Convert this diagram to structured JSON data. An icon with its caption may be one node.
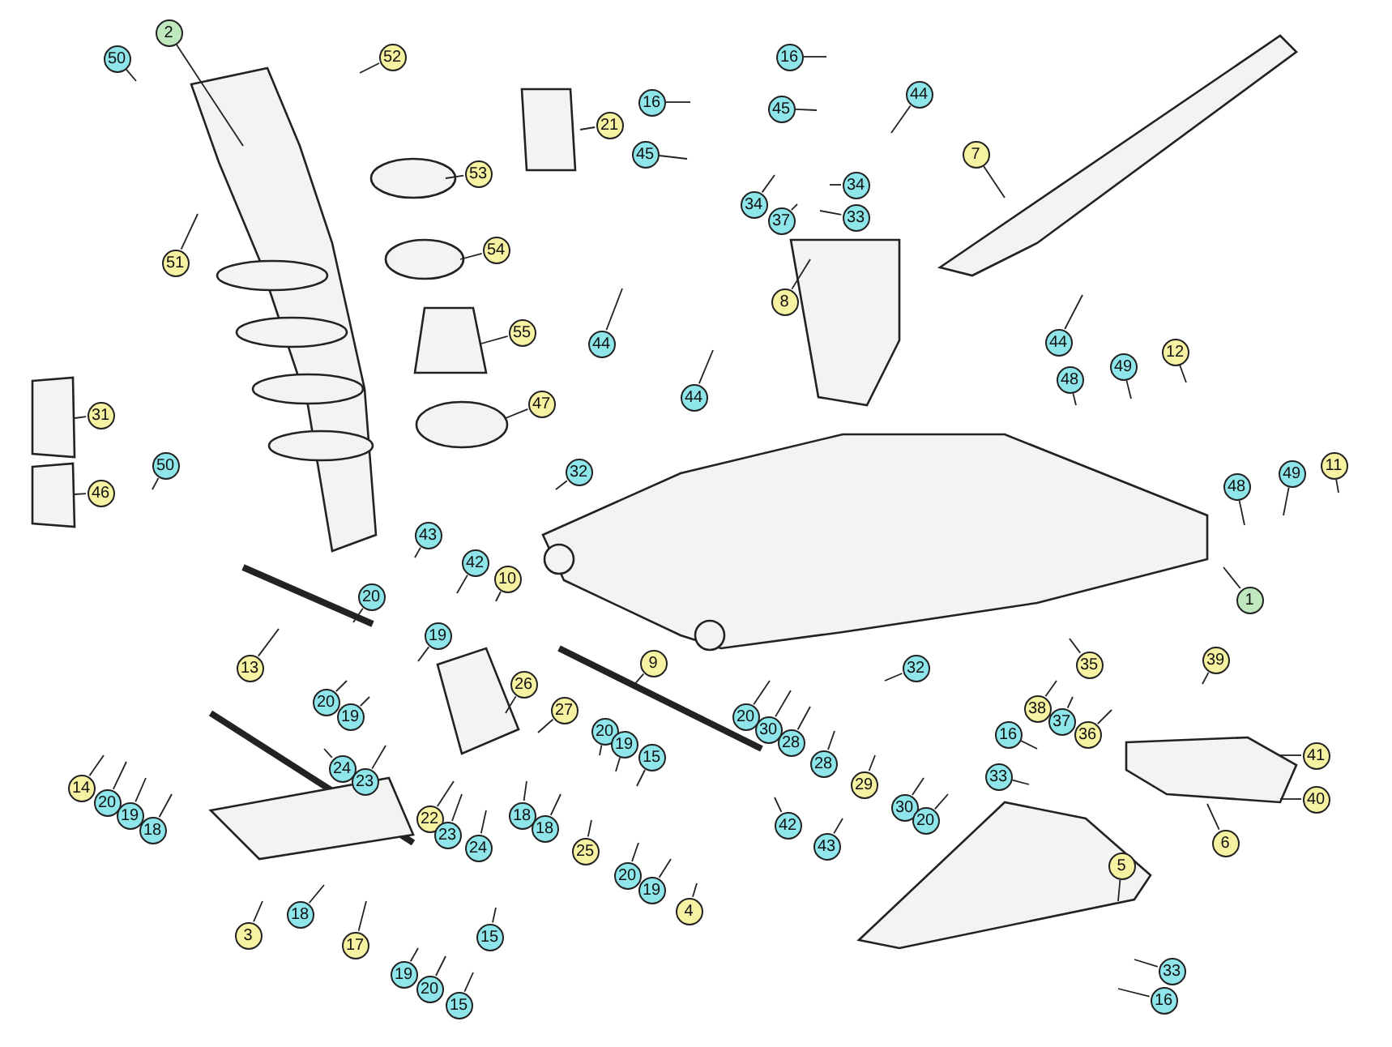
{
  "diagram": {
    "nodes": [
      {
        "text": [
          "2"
        ]
      },
      {
        "text": [
          "50"
        ]
      },
      {
        "text": [
          "52"
        ]
      },
      {
        "text": [
          "51"
        ]
      },
      {
        "text": [
          "21"
        ]
      },
      {
        "text": [
          "53"
        ]
      },
      {
        "text": [
          "54"
        ]
      },
      {
        "text": [
          "55"
        ]
      },
      {
        "text": [
          "47"
        ]
      },
      {
        "text": [
          "31"
        ]
      },
      {
        "text": [
          "46"
        ]
      },
      {
        "text": [
          "50"
        ]
      },
      {
        "text": [
          "16"
        ]
      },
      {
        "text": [
          "45"
        ]
      },
      {
        "text": [
          "44"
        ]
      },
      {
        "text": [
          "32"
        ]
      },
      {
        "text": [
          "43"
        ]
      },
      {
        "text": [
          "42"
        ]
      },
      {
        "text": [
          "10"
        ]
      },
      {
        "text": [
          "16"
        ]
      },
      {
        "text": [
          "45"
        ]
      },
      {
        "text": [
          "44"
        ]
      },
      {
        "text": [
          "7"
        ]
      },
      {
        "text": [
          "34"
        ]
      },
      {
        "text": [
          "37"
        ]
      },
      {
        "text": [
          "34"
        ]
      },
      {
        "text": [
          "33"
        ]
      },
      {
        "text": [
          "8"
        ]
      },
      {
        "text": [
          "44"
        ]
      },
      {
        "text": [
          "44"
        ]
      },
      {
        "text": [
          "48"
        ]
      },
      {
        "text": [
          "49"
        ]
      },
      {
        "text": [
          "12"
        ]
      },
      {
        "text": [
          "48"
        ]
      },
      {
        "text": [
          "49"
        ]
      },
      {
        "text": [
          "11"
        ]
      },
      {
        "text": [
          "1"
        ]
      },
      {
        "text": [
          "20"
        ]
      },
      {
        "text": [
          "19"
        ]
      },
      {
        "text": [
          "13"
        ]
      },
      {
        "text": [
          "20"
        ]
      },
      {
        "text": [
          "19"
        ]
      },
      {
        "text": [
          "26"
        ]
      },
      {
        "text": [
          "27"
        ]
      },
      {
        "text": [
          "9"
        ]
      },
      {
        "text": [
          "24"
        ]
      },
      {
        "text": [
          "23"
        ]
      },
      {
        "text": [
          "20"
        ]
      },
      {
        "text": [
          "19"
        ]
      },
      {
        "text": [
          "15"
        ]
      },
      {
        "text": [
          "14"
        ]
      },
      {
        "text": [
          "20"
        ]
      },
      {
        "text": [
          "19"
        ]
      },
      {
        "text": [
          "18"
        ]
      },
      {
        "text": [
          "22"
        ]
      },
      {
        "text": [
          "23"
        ]
      },
      {
        "text": [
          "24"
        ]
      },
      {
        "text": [
          "18"
        ]
      },
      {
        "text": [
          "18"
        ]
      },
      {
        "text": [
          "25"
        ]
      },
      {
        "text": [
          "20"
        ]
      },
      {
        "text": [
          "19"
        ]
      },
      {
        "text": [
          "4"
        ]
      },
      {
        "text": [
          "18"
        ]
      },
      {
        "text": [
          "3"
        ]
      },
      {
        "text": [
          "17"
        ]
      },
      {
        "text": [
          "15"
        ]
      },
      {
        "text": [
          "19"
        ]
      },
      {
        "text": [
          "20"
        ]
      },
      {
        "text": [
          "15"
        ]
      },
      {
        "text": [
          "32"
        ]
      },
      {
        "text": [
          "20"
        ]
      },
      {
        "text": [
          "30"
        ]
      },
      {
        "text": [
          "28"
        ]
      },
      {
        "text": [
          "28"
        ]
      },
      {
        "text": [
          "29"
        ]
      },
      {
        "text": [
          "30"
        ]
      },
      {
        "text": [
          "20"
        ]
      },
      {
        "text": [
          "42"
        ]
      },
      {
        "text": [
          "43"
        ]
      },
      {
        "text": [
          "35"
        ]
      },
      {
        "text": [
          "38"
        ]
      },
      {
        "text": [
          "37"
        ]
      },
      {
        "text": [
          "36"
        ]
      },
      {
        "text": [
          "39"
        ]
      },
      {
        "text": [
          "16"
        ]
      },
      {
        "text": [
          "33"
        ]
      },
      {
        "text": [
          "41"
        ]
      },
      {
        "text": [
          "40"
        ]
      },
      {
        "text": [
          "6"
        ]
      },
      {
        "text": [
          "5"
        ]
      },
      {
        "text": [
          "33"
        ]
      },
      {
        "text": [
          "16"
        ]
      }
    ],
    "edges": [
      {
        "from": 0,
        "to": null,
        "arrow": "none"
      },
      {
        "from": 1,
        "to": null,
        "arrow": "none"
      },
      {
        "from": 2,
        "to": null,
        "arrow": "none"
      },
      {
        "from": 3,
        "to": null,
        "arrow": "none"
      },
      {
        "from": 4,
        "to": null,
        "arrow": "none"
      },
      {
        "from": 5,
        "to": null,
        "arrow": "none"
      },
      {
        "from": 6,
        "to": null,
        "arrow": "none"
      },
      {
        "from": 7,
        "to": null,
        "arrow": "none"
      },
      {
        "from": 8,
        "to": null,
        "arrow": "none"
      },
      {
        "from": 9,
        "to": null,
        "arrow": "none"
      },
      {
        "from": 10,
        "to": null,
        "arrow": "none"
      },
      {
        "from": 11,
        "to": null,
        "arrow": "none"
      },
      {
        "from": 12,
        "to": null,
        "arrow": "none"
      },
      {
        "from": 13,
        "to": null,
        "arrow": "none"
      },
      {
        "from": 14,
        "to": null,
        "arrow": "none"
      },
      {
        "from": 15,
        "to": null,
        "arrow": "none"
      },
      {
        "from": 16,
        "to": null,
        "arrow": "none"
      },
      {
        "from": 17,
        "to": null,
        "arrow": "none"
      },
      {
        "from": 18,
        "to": null,
        "arrow": "none"
      },
      {
        "from": 19,
        "to": null,
        "arrow": "none"
      },
      {
        "from": 20,
        "to": null,
        "arrow": "none"
      },
      {
        "from": 21,
        "to": null,
        "arrow": "none"
      },
      {
        "from": 22,
        "to": null,
        "arrow": "none"
      },
      {
        "from": 23,
        "to": null,
        "arrow": "none"
      },
      {
        "from": 24,
        "to": null,
        "arrow": "none"
      },
      {
        "from": 25,
        "to": null,
        "arrow": "none"
      },
      {
        "from": 26,
        "to": null,
        "arrow": "none"
      },
      {
        "from": 27,
        "to": null,
        "arrow": "none"
      },
      {
        "from": 28,
        "to": null,
        "arrow": "none"
      },
      {
        "from": 29,
        "to": null,
        "arrow": "none"
      },
      {
        "from": 30,
        "to": null,
        "arrow": "none"
      },
      {
        "from": 31,
        "to": null,
        "arrow": "none"
      },
      {
        "from": 32,
        "to": null,
        "arrow": "none"
      },
      {
        "from": 33,
        "to": null,
        "arrow": "none"
      },
      {
        "from": 34,
        "to": null,
        "arrow": "none"
      },
      {
        "from": 35,
        "to": null,
        "arrow": "none"
      },
      {
        "from": 36,
        "to": null,
        "arrow": "none"
      },
      {
        "from": 37,
        "to": null,
        "arrow": "none"
      },
      {
        "from": 38,
        "to": null,
        "arrow": "none"
      },
      {
        "from": 39,
        "to": null,
        "arrow": "none"
      },
      {
        "from": 40,
        "to": null,
        "arrow": "none"
      },
      {
        "from": 41,
        "to": null,
        "arrow": "none"
      },
      {
        "from": 42,
        "to": null,
        "arrow": "none"
      },
      {
        "from": 43,
        "to": null,
        "arrow": "none"
      },
      {
        "from": 44,
        "to": null,
        "arrow": "none"
      },
      {
        "from": 45,
        "to": null,
        "arrow": "none"
      },
      {
        "from": 46,
        "to": null,
        "arrow": "none"
      },
      {
        "from": 47,
        "to": null,
        "arrow": "none"
      },
      {
        "from": 48,
        "to": null,
        "arrow": "none"
      },
      {
        "from": 49,
        "to": null,
        "arrow": "none"
      },
      {
        "from": 50,
        "to": null,
        "arrow": "none"
      },
      {
        "from": 51,
        "to": null,
        "arrow": "none"
      },
      {
        "from": 52,
        "to": null,
        "arrow": "none"
      },
      {
        "from": 53,
        "to": null,
        "arrow": "none"
      },
      {
        "from": 54,
        "to": null,
        "arrow": "none"
      },
      {
        "from": 55,
        "to": null,
        "arrow": "none"
      },
      {
        "from": 56,
        "to": null,
        "arrow": "none"
      },
      {
        "from": 57,
        "to": null,
        "arrow": "none"
      },
      {
        "from": 58,
        "to": null,
        "arrow": "none"
      },
      {
        "from": 59,
        "to": null,
        "arrow": "none"
      },
      {
        "from": 60,
        "to": null,
        "arrow": "none"
      },
      {
        "from": 61,
        "to": null,
        "arrow": "none"
      },
      {
        "from": 62,
        "to": null,
        "arrow": "none"
      },
      {
        "from": 63,
        "to": null,
        "arrow": "none"
      },
      {
        "from": 64,
        "to": null,
        "arrow": "none"
      },
      {
        "from": 65,
        "to": null,
        "arrow": "none"
      },
      {
        "from": 66,
        "to": null,
        "arrow": "none"
      },
      {
        "from": 67,
        "to": null,
        "arrow": "none"
      },
      {
        "from": 68,
        "to": null,
        "arrow": "none"
      },
      {
        "from": 69,
        "to": null,
        "arrow": "none"
      },
      {
        "from": 70,
        "to": null,
        "arrow": "none"
      },
      {
        "from": 71,
        "to": null,
        "arrow": "none"
      },
      {
        "from": 72,
        "to": null,
        "arrow": "none"
      },
      {
        "from": 73,
        "to": null,
        "arrow": "none"
      },
      {
        "from": 74,
        "to": null,
        "arrow": "none"
      },
      {
        "from": 75,
        "to": null,
        "arrow": "none"
      },
      {
        "from": 76,
        "to": null,
        "arrow": "none"
      },
      {
        "from": 77,
        "to": null,
        "arrow": "none"
      },
      {
        "from": 78,
        "to": null,
        "arrow": "none"
      },
      {
        "from": 79,
        "to": null,
        "arrow": "none"
      },
      {
        "from": 80,
        "to": null,
        "arrow": "none"
      },
      {
        "from": 81,
        "to": null,
        "arrow": "none"
      },
      {
        "from": 82,
        "to": null,
        "arrow": "none"
      },
      {
        "from": 83,
        "to": null,
        "arrow": "none"
      },
      {
        "from": 84,
        "to": null,
        "arrow": "none"
      },
      {
        "from": 85,
        "to": null,
        "arrow": "none"
      },
      {
        "from": 86,
        "to": null,
        "arrow": "none"
      },
      {
        "from": 87,
        "to": null,
        "arrow": "none"
      },
      {
        "from": 88,
        "to": null,
        "arrow": "none"
      },
      {
        "from": 89,
        "to": null,
        "arrow": "none"
      },
      {
        "from": 90,
        "to": null,
        "arrow": "none"
      },
      {
        "from": 91,
        "to": null,
        "arrow": "none"
      },
      {
        "from": 92,
        "to": null,
        "arrow": "none"
      }
    ]
  }
}
